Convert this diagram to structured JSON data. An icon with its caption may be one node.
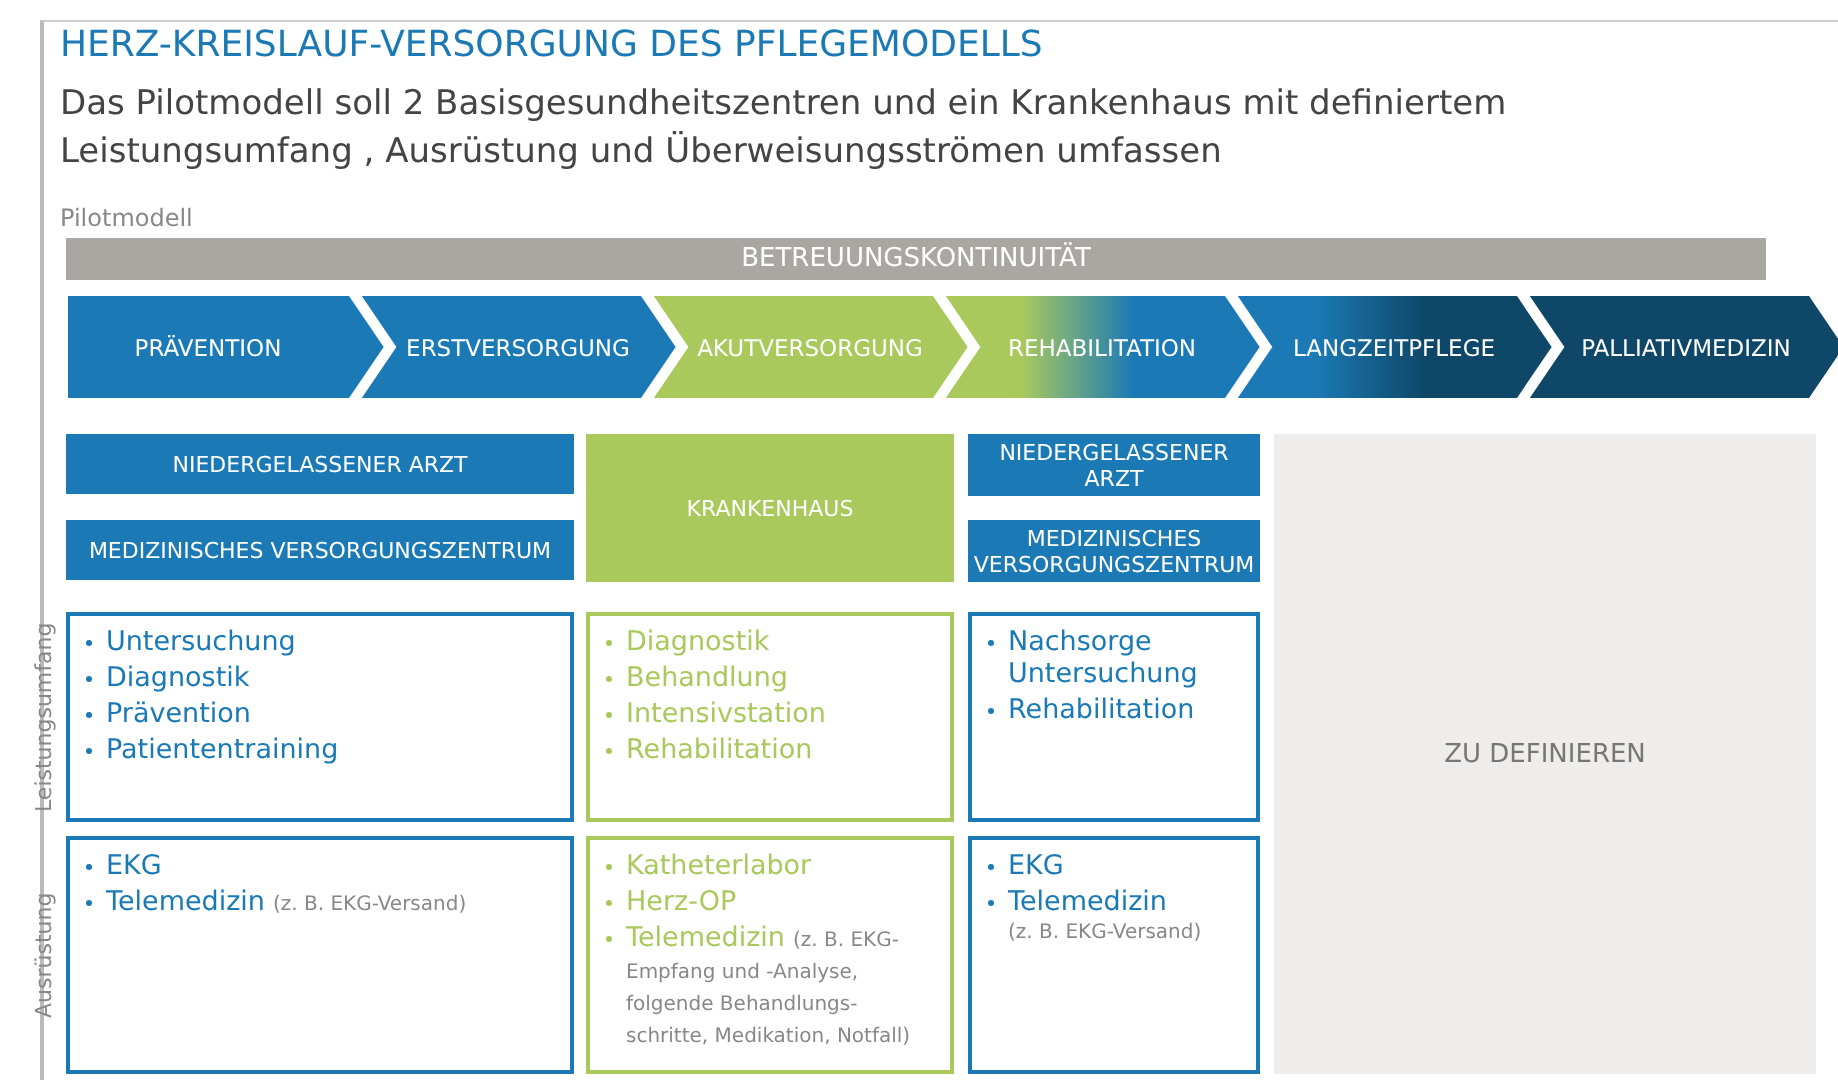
{
  "diagram": {
    "title": "HERZ-KREISLAUF-VERSORGUNG DES PFLEGEMODELLS",
    "nodes": [
      {
        "text": [
          "BETREUUNGSKONTINUITÄT"
        ]
      },
      {
        "text": [
          "PRÄVENTION"
        ]
      },
      {
        "text": [
          "ERSTVERSORGUNG"
        ]
      },
      {
        "text": [
          "AKUTVERSORGUNG"
        ]
      },
      {
        "text": [
          "REHABILITATION"
        ]
      },
      {
        "text": [
          "LANGZEITPFLEGE"
        ]
      },
      {
        "text": [
          "PALLIATIVMEDIZIN"
        ]
      },
      {
        "text": [
          "NIEDERGELASSENER ARZT"
        ]
      },
      {
        "text": [
          "MEDIZINISCHES VERSORGUNGSZENTRUM"
        ]
      },
      {
        "text": [
          "KRANKENHAUS"
        ]
      },
      {
        "text": [
          "NIEDERGELASSENER ARZT"
        ]
      },
      {
        "text": [
          "MEDIZINISCHES VERSORGUNGSZENTRUM"
        ]
      },
      {
        "text": [
          "ZU DEFINIEREN"
        ]
      },
      {
        "text": [
          "Untersuchung",
          "Diagnostik",
          "Prävention",
          "Patiententraining"
        ]
      },
      {
        "text": [
          "Diagnostik",
          "Behandlung",
          "Intensivstation",
          "Rehabilitation"
        ]
      },
      {
        "text": [
          "Nachsorge Untersuchung",
          "Rehabilitation"
        ]
      },
      {
        "text": [
          "EKG",
          "Telemedizin",
          "(z. B. EKG-Versand)"
        ]
      },
      {
        "text": [
          "Katheterlabor",
          "Herz-OP",
          "Telemedizin",
          "(z. B. EKG-Empfang und -Analyse, folgende Behandlungs- schritte, Medikation, Notfall)"
        ]
      },
      {
        "text": [
          "EKG",
          "Telemedizin",
          "(z. B. EKG-Versand)"
        ]
      }
    ],
    "edges": [],
    "labels": [
      "Das Pilotmodell soll 2 Basisgesundheitszentren und ein Krankenhaus mit definiertem Leistungsumfang , Ausrüstung und Überweisungsströmen umfassen",
      "Pilotmodell",
      "Leistungsumfang",
      "Ausrüstung"
    ]
  }
}
